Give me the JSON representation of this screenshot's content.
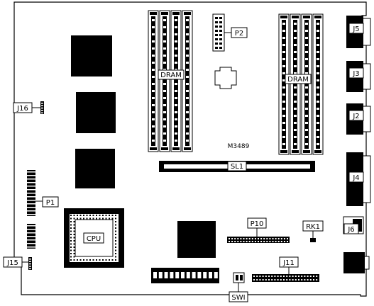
{
  "labels": {
    "dram_left": "DRAM",
    "dram_right": "DRAM",
    "p2": "P2",
    "j5": "J5",
    "j3": "J3",
    "j2": "J2",
    "j4": "J4",
    "j6": "J6",
    "j16": "J16",
    "p1": "P1",
    "j15": "J15",
    "cpu": "CPU",
    "sl1": "SL1",
    "p10": "P10",
    "rk1": "RK1",
    "j11": "J11",
    "swi": "SWI",
    "model": "M3489"
  }
}
